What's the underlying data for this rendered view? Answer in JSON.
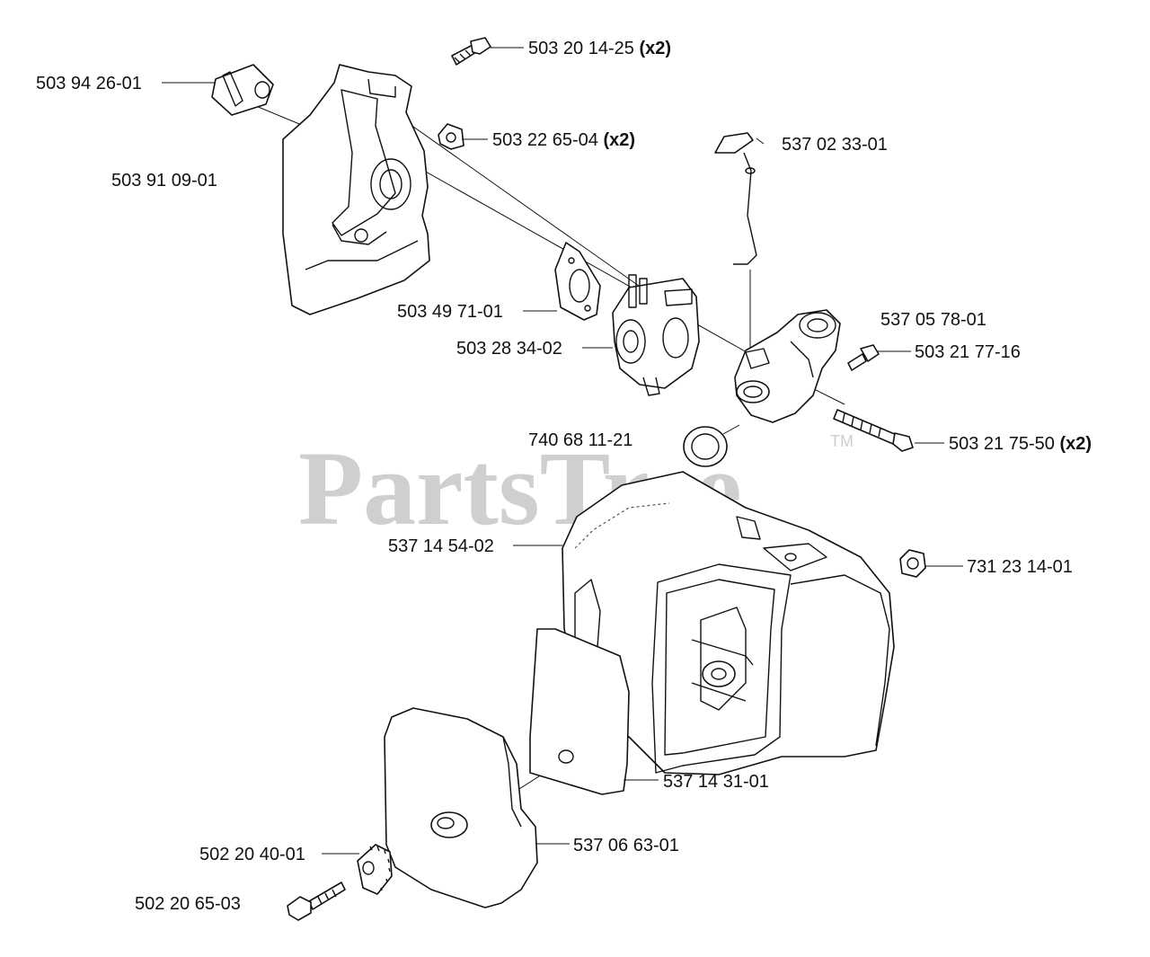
{
  "watermark": {
    "text": "PartsTree",
    "trademark": "TM"
  },
  "callouts": [
    {
      "id": "c1",
      "part": "503 94 26-01",
      "qty": ""
    },
    {
      "id": "c2",
      "part": "503 20 14-25",
      "qty": "(x2)"
    },
    {
      "id": "c3",
      "part": "503 22 65-04",
      "qty": "(x2)"
    },
    {
      "id": "c4",
      "part": "503 91 09-01",
      "qty": ""
    },
    {
      "id": "c5",
      "part": "537 02 33-01",
      "qty": ""
    },
    {
      "id": "c6",
      "part": "503 49 71-01",
      "qty": ""
    },
    {
      "id": "c7",
      "part": "537 05 78-01",
      "qty": ""
    },
    {
      "id": "c8",
      "part": "503 28 34-02",
      "qty": ""
    },
    {
      "id": "c9",
      "part": "503 21 77-16",
      "qty": ""
    },
    {
      "id": "c10",
      "part": "740 68 11-21",
      "qty": ""
    },
    {
      "id": "c11",
      "part": "503 21 75-50",
      "qty": "(x2)"
    },
    {
      "id": "c12",
      "part": "537 14 54-02",
      "qty": ""
    },
    {
      "id": "c13",
      "part": "731 23 14-01",
      "qty": ""
    },
    {
      "id": "c14",
      "part": "537 14 31-01",
      "qty": ""
    },
    {
      "id": "c15",
      "part": "537 06 63-01",
      "qty": ""
    },
    {
      "id": "c16",
      "part": "502 20 40-01",
      "qty": ""
    },
    {
      "id": "c17",
      "part": "502 20 65-03",
      "qty": ""
    }
  ]
}
